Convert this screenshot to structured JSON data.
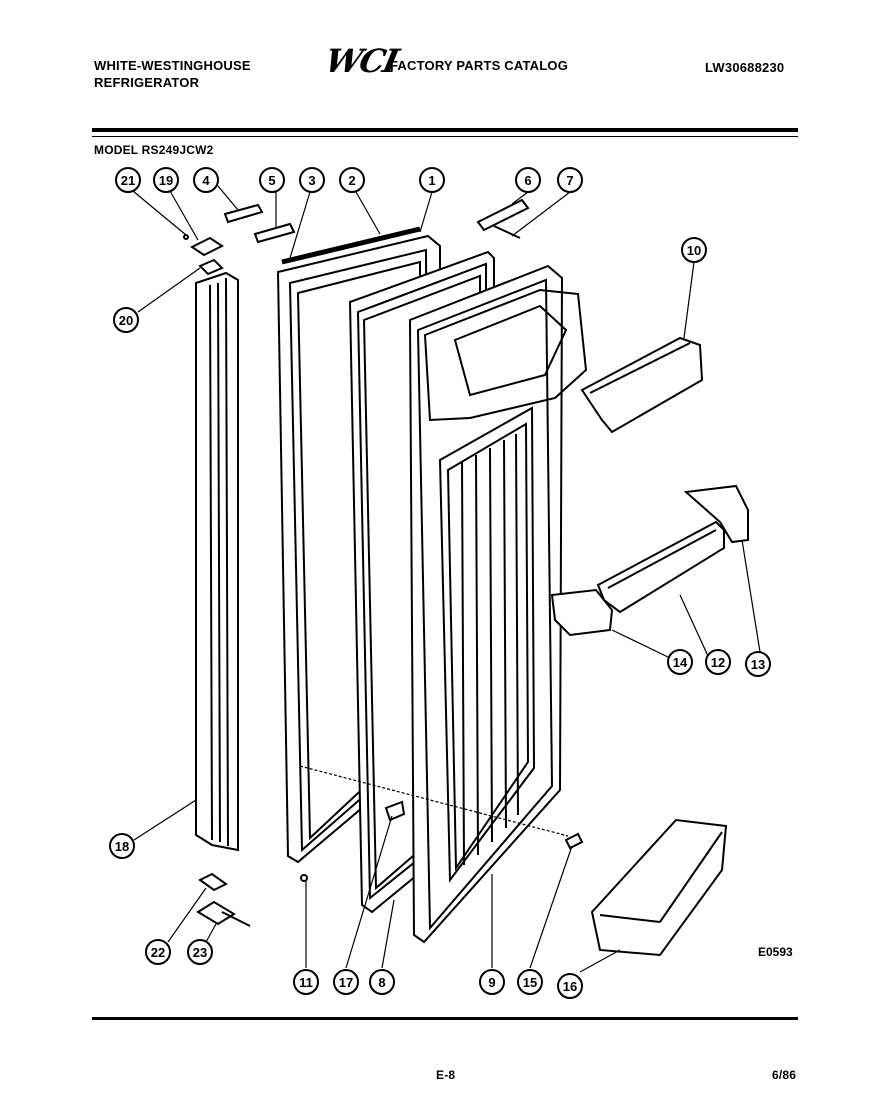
{
  "header": {
    "brand_line1": "WHITE-WESTINGHOUSE",
    "brand_line2": "REFRIGERATOR",
    "logo": "WCI",
    "catalog_title": "FACTORY PARTS CATALOG",
    "catalog_number": "LW30688230",
    "model": "MODEL RS249JCW2"
  },
  "diagram": {
    "figure_code": "E0593",
    "callouts": [
      "21",
      "19",
      "4",
      "5",
      "3",
      "2",
      "1",
      "6",
      "7",
      "20",
      "10",
      "18",
      "14",
      "12",
      "13",
      "22",
      "23",
      "11",
      "17",
      "8",
      "9",
      "15",
      "16"
    ]
  },
  "footer": {
    "page": "E-8",
    "date": "6/86"
  }
}
